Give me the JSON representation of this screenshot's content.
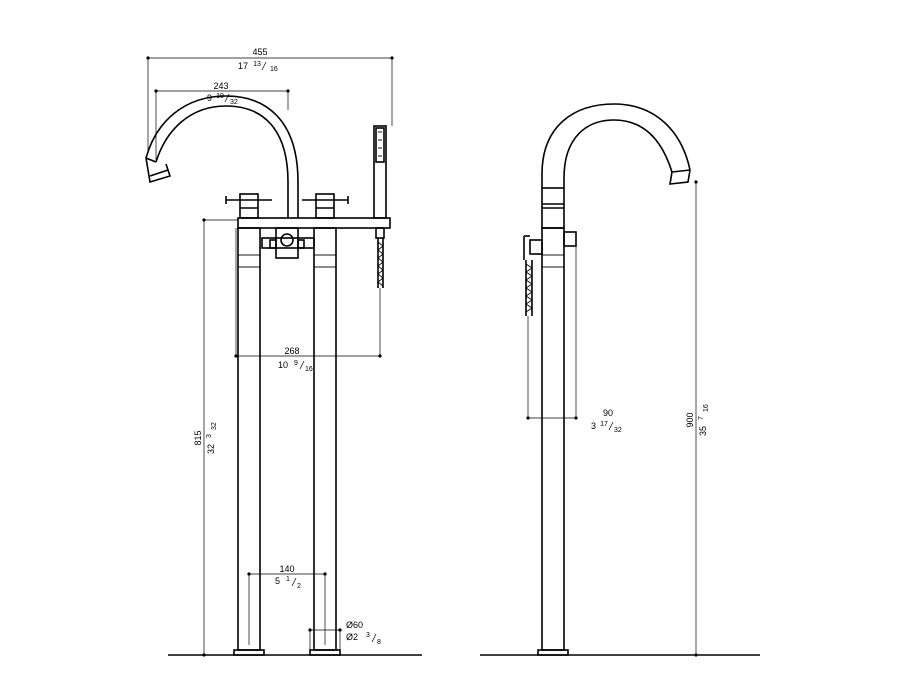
{
  "dimensions": {
    "overall_width": {
      "mm": "455",
      "in_whole": "17",
      "in_num": "13",
      "in_den": "16"
    },
    "spout_reach": {
      "mm": "243",
      "in_whole": "9",
      "in_num": "19",
      "in_den": "32"
    },
    "handshower_offset": {
      "mm": "268",
      "in_whole": "10",
      "in_num": "9",
      "in_den": "16"
    },
    "deck_height": {
      "mm": "815",
      "in_whole": "32",
      "in_num": "3",
      "in_den": "32"
    },
    "leg_spacing": {
      "mm": "140",
      "in_whole": "5",
      "in_num": "1",
      "in_den": "2"
    },
    "leg_diameter": {
      "mm": "Ø60",
      "in_whole": "Ø2",
      "in_num": "3",
      "in_den": "8"
    },
    "side_offset": {
      "mm": "90",
      "in_whole": "3",
      "in_num": "17",
      "in_den": "32"
    },
    "total_height": {
      "mm": "900",
      "in_whole": "35",
      "in_num": "7",
      "in_den": "16"
    }
  }
}
